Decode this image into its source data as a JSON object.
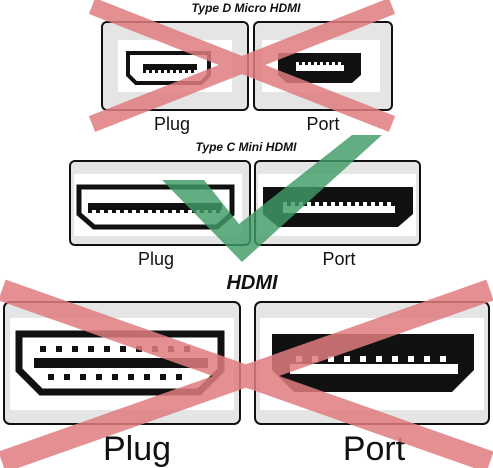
{
  "sections": {
    "micro": {
      "title": "Type D Micro HDMI",
      "plug_label": "Plug",
      "port_label": "Port",
      "verdict": "incorrect"
    },
    "mini": {
      "title": "Type C Mini HDMI",
      "plug_label": "Plug",
      "port_label": "Port",
      "verdict": "correct"
    },
    "standard": {
      "title": "HDMI",
      "plug_label": "Plug",
      "port_label": "Port",
      "verdict": "incorrect"
    }
  },
  "colors": {
    "panel_fill": "#e5e5e5",
    "outline": "#111111",
    "cross": "#e07d80",
    "check": "#3f9c66"
  },
  "icons": {
    "cross": "cross-mark-icon",
    "check": "check-mark-icon"
  }
}
